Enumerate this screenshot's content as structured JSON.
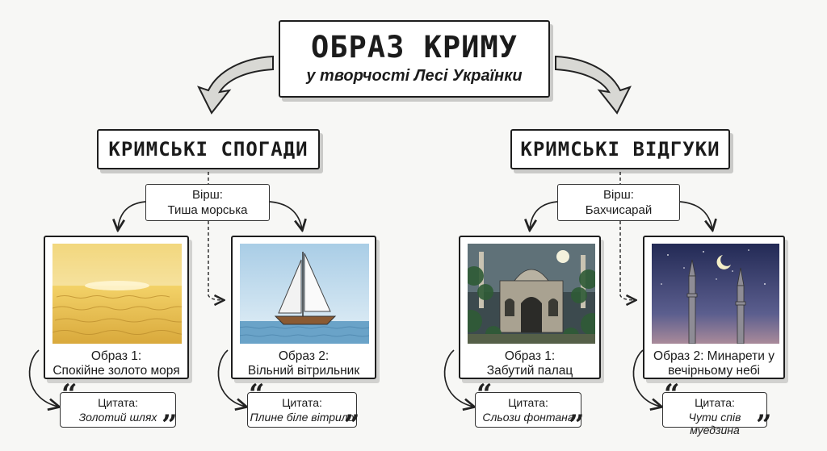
{
  "title": {
    "main": "ОБРАЗ КРИМУ",
    "sub": "у творчості Лесі Українки"
  },
  "left": {
    "category": "КРИМСЬКІ СПОГАДИ",
    "poem_label": "Вірш:",
    "poem_name": "Тиша морська",
    "cards": [
      {
        "caption_1": "Образ 1:",
        "caption_2": "Спокійне золото моря",
        "quote_label": "Цитата:",
        "quote": "Золотий шлях"
      },
      {
        "caption_1": "Образ 2:",
        "caption_2": "Вільний вітрильник",
        "quote_label": "Цитата:",
        "quote": "Плине біле вітрило"
      }
    ]
  },
  "right": {
    "category": "КРИМСЬКІ ВІДГУКИ",
    "poem_label": "Вірш:",
    "poem_name": "Бахчисарай",
    "cards": [
      {
        "caption_1": "Образ 1:",
        "caption_2": "Забутий палац",
        "quote_label": "Цитата:",
        "quote": "Сльози фонтана"
      },
      {
        "caption_1": "Образ 2: Минарети у",
        "caption_2": "вечірньому небі",
        "quote_label": "Цитата:",
        "quote": "Чути спів муедзина"
      }
    ]
  },
  "colors": {
    "ink": "#1e1e1e",
    "arrow_fill": "#d8d8d4",
    "sea_gold": "#e9c45a",
    "sea_blue": "#6aa3c8",
    "night": "#2b3566"
  }
}
